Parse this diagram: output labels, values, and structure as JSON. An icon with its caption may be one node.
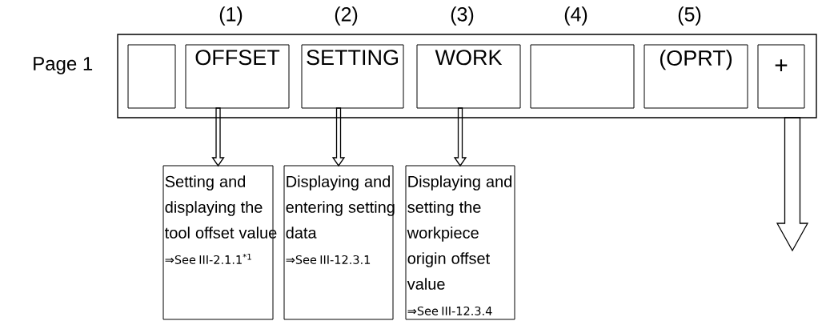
{
  "diagram": {
    "nodes": [
      {
        "text": [],
        "shape": "bar"
      },
      {
        "text": [],
        "shape": "box",
        "in": 0
      },
      {
        "text": [
          "OFFSET"
        ],
        "in": 0,
        "beside": [
          "(1)"
        ]
      },
      {
        "text": [
          "SETTING"
        ],
        "in": 0,
        "beside": [
          "(2)"
        ]
      },
      {
        "text": [
          "WORK"
        ],
        "in": 0,
        "beside": [
          "(3)"
        ]
      },
      {
        "text": [],
        "shape": "box",
        "in": 0,
        "beside": [
          "(4)"
        ]
      },
      {
        "text": [
          "(OPRT)"
        ],
        "in": 0,
        "beside": [
          "(5)"
        ]
      },
      {
        "text": [
          "+"
        ],
        "in": 0
      },
      {
        "text": [
          "Setting and displaying the tool offset value",
          "⇒See III-2.1.1$^{*1}$"
        ]
      },
      {
        "text": [
          "Displaying and entering setting data",
          "⇒See III-12.3.1"
        ]
      },
      {
        "text": [
          "Displaying and setting the workpiece origin offset value",
          "⇒See III-12.3.4"
        ]
      }
    ],
    "edges": [
      {
        "from": 2,
        "to": 8,
        "arrow": "to"
      },
      {
        "from": 3,
        "to": 9,
        "arrow": "to"
      },
      {
        "from": 4,
        "to": 10,
        "arrow": "to"
      },
      {
        "from": 0,
        "to": null,
        "arrow": "to"
      }
    ],
    "labels": [
      "Page 1"
    ]
  }
}
